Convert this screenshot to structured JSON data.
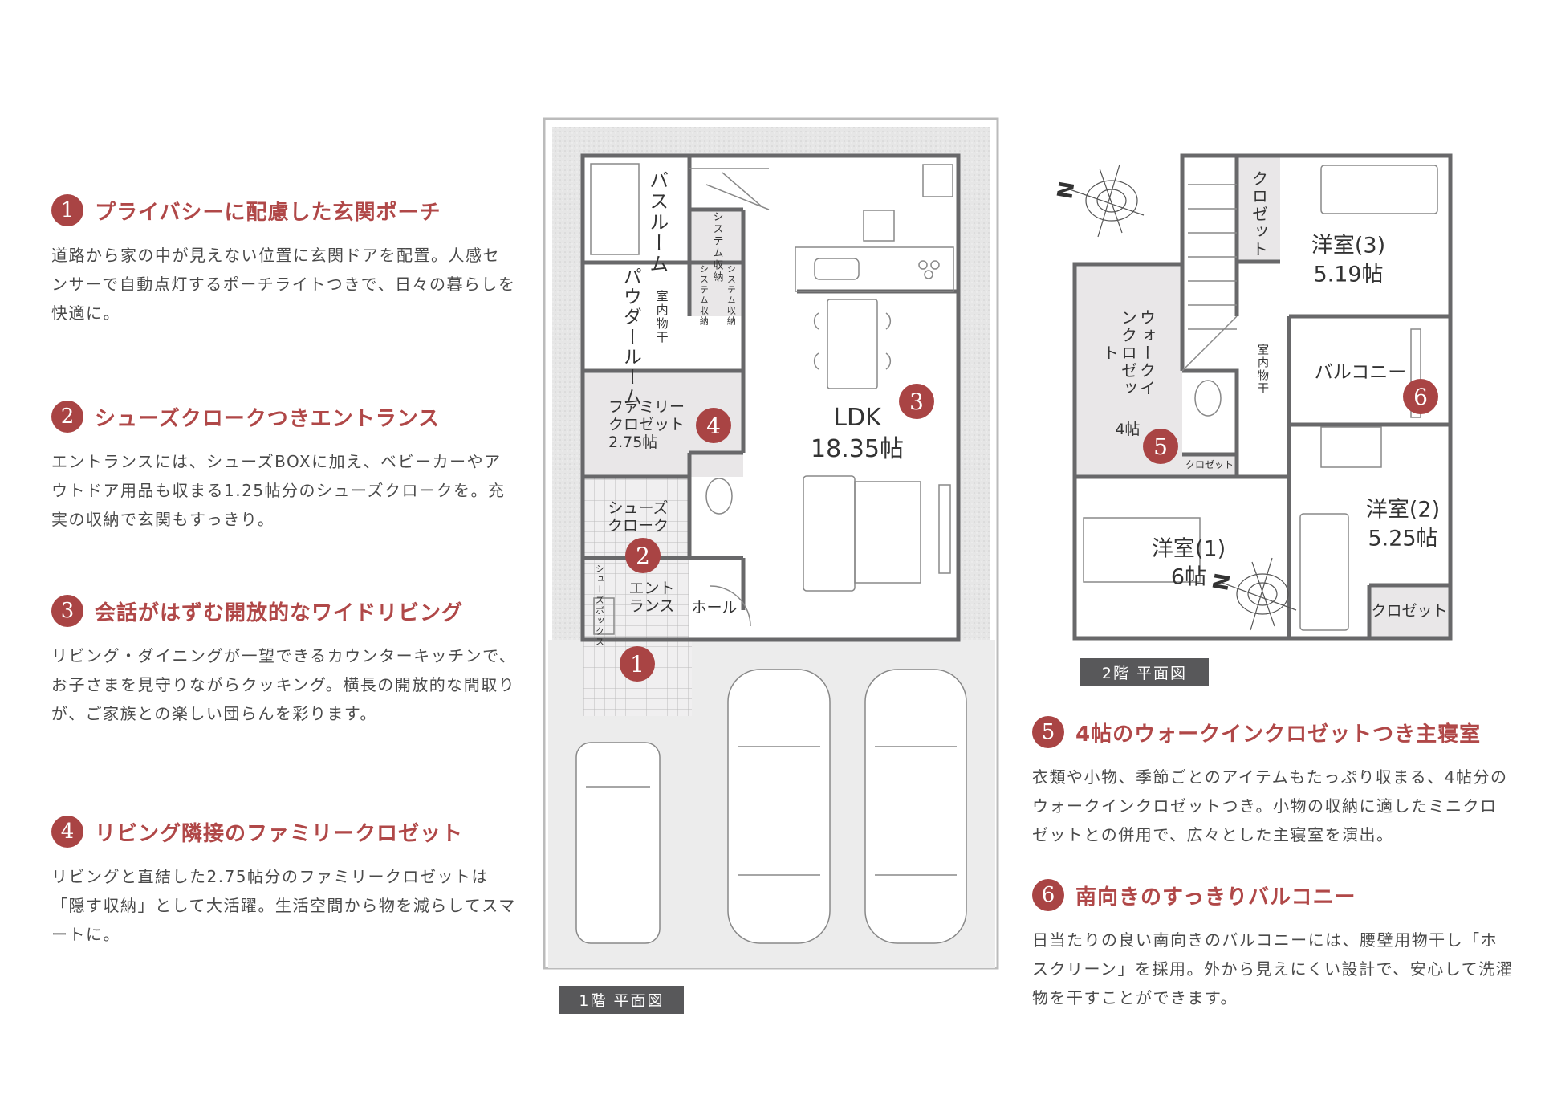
{
  "features": [
    {
      "num": "1",
      "title": "プライバシーに配慮した玄関ポーチ",
      "body": "道路から家の中が見えない位置に玄関ドアを配置。人感センサーで自動点灯するポーチライトつきで、日々の暮らしを快適に。"
    },
    {
      "num": "2",
      "title": "シューズクロークつきエントランス",
      "body": "エントランスには、シューズBOXに加え、ベビーカーやアウトドア用品も収まる1.25帖分のシューズクロークを。充実の収納で玄関もすっきり。"
    },
    {
      "num": "3",
      "title": "会話がはずむ開放的なワイドリビング",
      "body": "リビング・ダイニングが一望できるカウンターキッチンで、お子さまを見守りながらクッキング。横長の開放的な間取りが、ご家族との楽しい団らんを彩ります。"
    },
    {
      "num": "4",
      "title": "リビング隣接のファミリークロゼット",
      "body": "リビングと直結した2.75帖分のファミリークロゼットは「隠す収納」として大活躍。生活空間から物を減らしてスマートに。"
    },
    {
      "num": "5",
      "title": "4帖のウォークインクロゼットつき主寝室",
      "body": "衣類や小物、季節ごとのアイテムもたっぷり収まる、4帖分のウォークインクロゼットつき。小物の収納に適したミニクロゼットとの併用で、広々とした主寝室を演出。"
    },
    {
      "num": "6",
      "title": "南向きのすっきりバルコニー",
      "body": "日当たりの良い南向きのバルコニーには、腰壁用物干し「ホスクリーン」を採用。外から見えにくい設計で、安心して洗濯物を干すことができます。"
    }
  ],
  "floor1": {
    "title": "1階 平面図",
    "rooms": {
      "bath": "バスルーム",
      "system_storage": "システム収納",
      "system_storage_a": "システム収納",
      "system_storage_b": "システム収納",
      "powder": "パウダールーム",
      "indoor_drying": "室内物干",
      "family_closet": "ファミリークロゼット",
      "family_closet_size": "2.75帖",
      "shoe_cloak": "シューズクローク",
      "shoe_box": "シューズボックス",
      "entrance": "エントランス",
      "hall": "ホール",
      "ldk": "LDK",
      "ldk_size": "18.35帖"
    }
  },
  "floor2": {
    "title": "2階 平面図",
    "north": "N",
    "rooms": {
      "closet_top": "クロゼット",
      "room3": "洋室(3)",
      "room3_size": "5.19帖",
      "wic": "ウォークインクロゼット",
      "wic_size": "4帖",
      "indoor_drying": "室内物干",
      "balcony": "バルコニー",
      "mini_closet": "クロゼット",
      "room1": "洋室(1)",
      "room1_size": "6帖",
      "room2": "洋室(2)",
      "room2_size": "5.25帖",
      "closet_room2": "クロゼット"
    }
  },
  "colors": {
    "accent": "#b04848",
    "badge": "#a94444",
    "wall": "#68686a",
    "storage_fill": "#e9e7e8"
  }
}
